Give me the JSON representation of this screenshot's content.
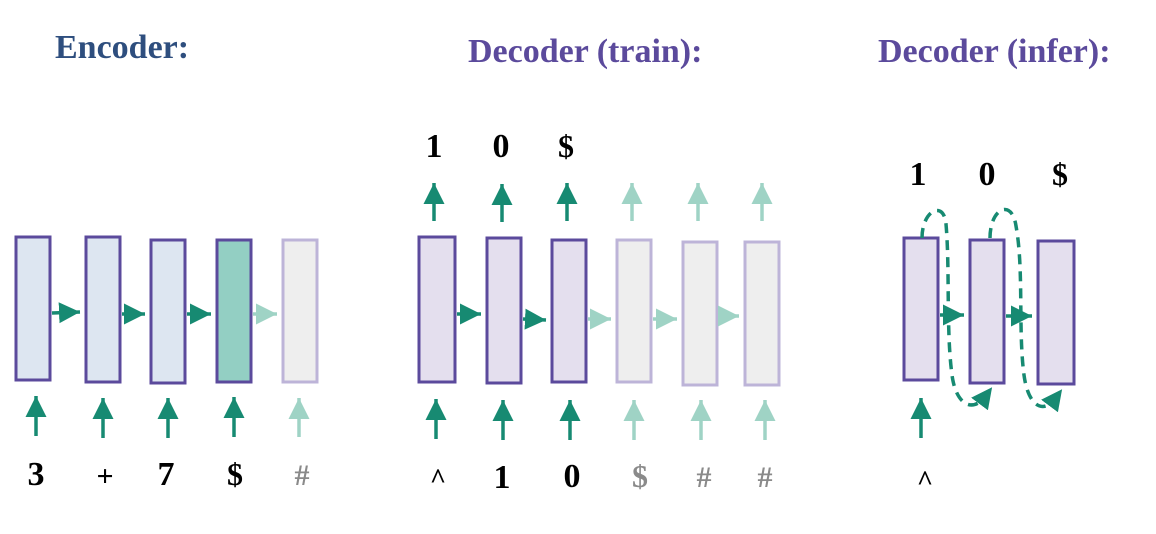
{
  "colors": {
    "enc_title": "#2e4e7e",
    "dec_title": "#5b4a9c",
    "arrow": "#178a72",
    "arrow_faded": "#9fd3c5",
    "cell_border": "#5b4a9c",
    "cell_border_faded": "#bdb4d8",
    "enc_fill": "#dde6f1",
    "enc_fill_highlight": "#93cfc3",
    "dec_fill": "#e4dfee",
    "faded_fill": "#eeeeee",
    "token": "#000000",
    "token_faded": "#8a8a8a"
  },
  "encoder": {
    "title": "Encoder:",
    "inputs": [
      "3",
      "+",
      "7",
      "$",
      "#"
    ]
  },
  "decoder_train": {
    "title": "Decoder (train):",
    "inputs": [
      "^",
      "1",
      "0",
      "$",
      "#",
      "#"
    ],
    "outputs": [
      "1",
      "0",
      "$"
    ]
  },
  "decoder_infer": {
    "title": "Decoder (infer):",
    "inputs": [
      "^"
    ],
    "outputs": [
      "1",
      "0",
      "$"
    ]
  }
}
